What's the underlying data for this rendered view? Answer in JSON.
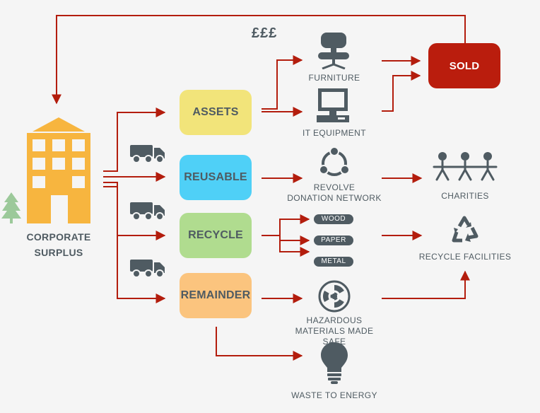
{
  "colors": {
    "arrow": "#b31d0d",
    "dark": "#4f5b62",
    "building": "#f7b53f",
    "tree": "#9cc99a",
    "assets": "#f2e47a",
    "reusable": "#4fd0f7",
    "recycle": "#b0dc8f",
    "remainder": "#fbc47e",
    "sold": "#ba1d0d"
  },
  "source": {
    "label_line1": "CORPORATE",
    "label_line2": "SURPLUS",
    "icon": "building-icon"
  },
  "money": {
    "label": "£££"
  },
  "categories": {
    "assets": "ASSETS",
    "reusable": "REUSABLE",
    "recycle": "RECYCLE",
    "remainder": "REMAINDER"
  },
  "outputs": {
    "furniture": {
      "label": "FURNITURE",
      "icon": "chair-icon"
    },
    "it_equipment": {
      "label": "IT EQUIPMENT",
      "icon": "computer-icon"
    },
    "revolve": {
      "line1": "REVOLVE",
      "line2": "DONATION NETWORK",
      "icon": "network-icon"
    },
    "materials": [
      "WOOD",
      "PAPER",
      "METAL"
    ],
    "hazardous": {
      "line1": "HAZARDOUS",
      "line2": "MATERIALS MADE SAFE",
      "icon": "radiation-icon"
    },
    "waste": {
      "label": "WASTE TO ENERGY",
      "icon": "lightbulb-icon"
    }
  },
  "destinations": {
    "sold": "SOLD",
    "charities": {
      "label": "CHARITIES",
      "icon": "people-icon"
    },
    "recycle_facilities": {
      "label": "RECYCLE FACILITIES",
      "icon": "recycle-icon"
    }
  }
}
